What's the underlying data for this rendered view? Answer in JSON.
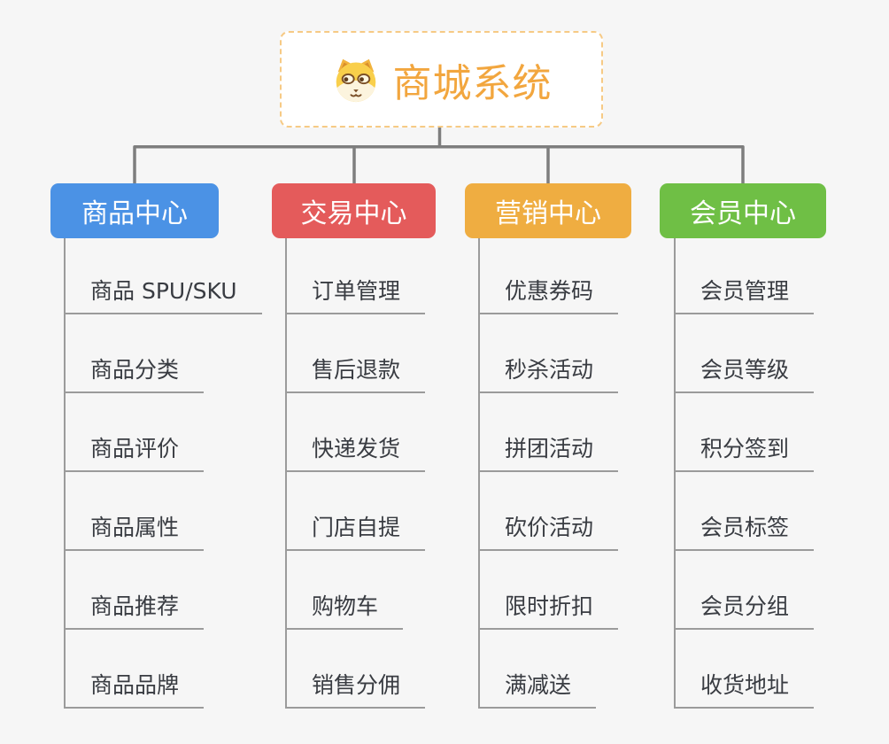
{
  "root": {
    "title": "商城系统",
    "accent_color": "#f2a63e",
    "border_color": "#f6ca85",
    "icon": "dog-face-icon"
  },
  "connector_color": "#7e7e7e",
  "leaf_line_color": "#9b9b9b",
  "background_color": "#f6f6f6",
  "branches": [
    {
      "label": "商品中心",
      "color": "#4b92e5",
      "items": [
        "商品 SPU/SKU",
        "商品分类",
        "商品评价",
        "商品属性",
        "商品推荐",
        "商品品牌"
      ]
    },
    {
      "label": "交易中心",
      "color": "#e45b5b",
      "items": [
        "订单管理",
        "售后退款",
        "快递发货",
        "门店自提",
        "购物车",
        "销售分佣"
      ]
    },
    {
      "label": "营销中心",
      "color": "#efad41",
      "items": [
        "优惠券码",
        "秒杀活动",
        "拼团活动",
        "砍价活动",
        "限时折扣",
        "满减送"
      ]
    },
    {
      "label": "会员中心",
      "color": "#6fbf45",
      "items": [
        "会员管理",
        "会员等级",
        "积分签到",
        "会员标签",
        "会员分组",
        "收货地址"
      ]
    }
  ]
}
